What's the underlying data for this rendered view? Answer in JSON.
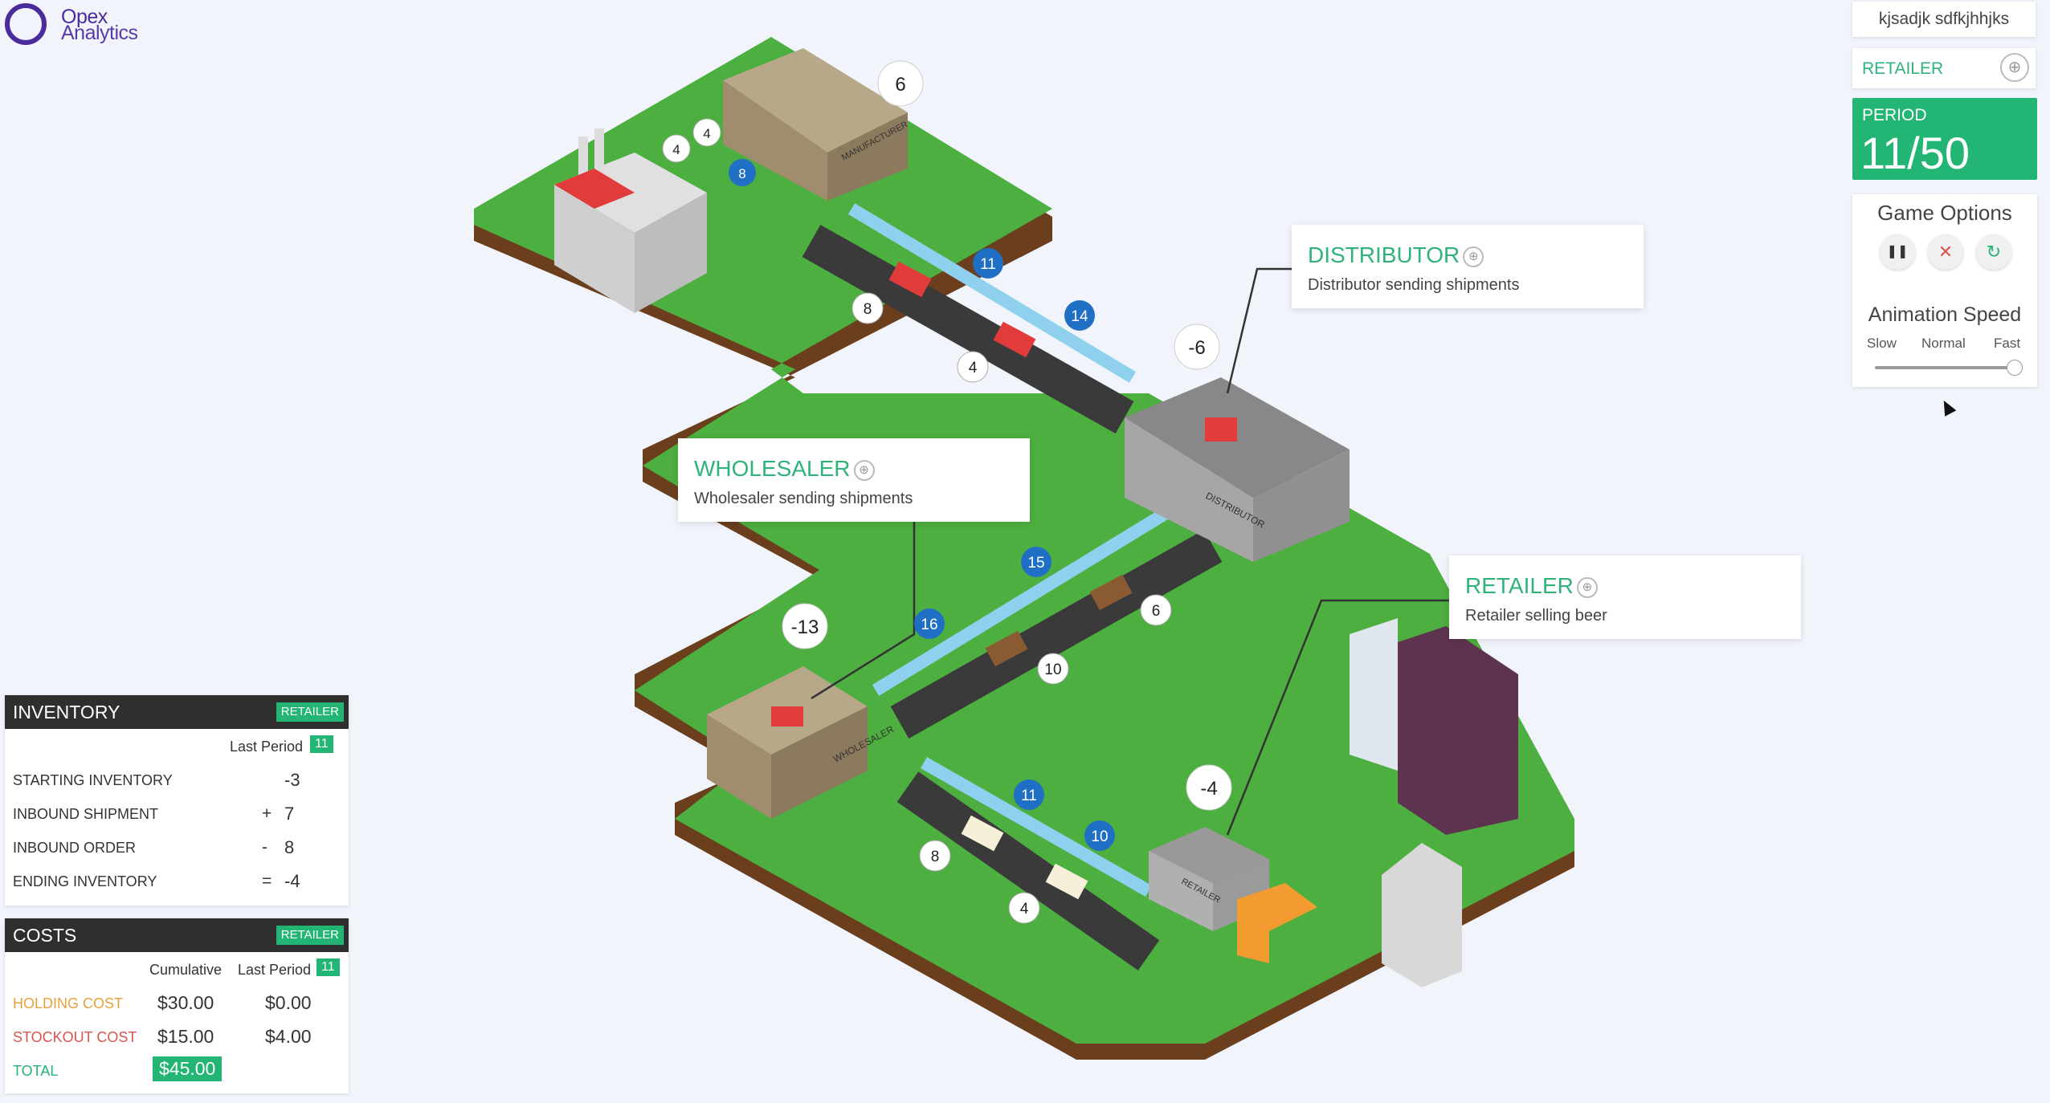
{
  "logo": {
    "line1": "Opex",
    "line2": "Analytics"
  },
  "player": {
    "name": "kjsadjk sdfkjhhjks"
  },
  "role": {
    "label": "RETAILER",
    "icon": "globe-icon"
  },
  "period": {
    "label": "PERIOD",
    "value": "11/50"
  },
  "game_options": {
    "title": "Game Options",
    "buttons": [
      {
        "name": "pause-icon",
        "glyph": "❚❚"
      },
      {
        "name": "close-icon",
        "glyph": "✕"
      },
      {
        "name": "restart-icon",
        "glyph": "↻"
      }
    ],
    "speed_title": "Animation Speed",
    "speed_labels": [
      "Slow",
      "Normal",
      "Fast"
    ],
    "speed_value": "Fast"
  },
  "callouts": {
    "distributor": {
      "title": "DISTRIBUTOR",
      "subtitle": "Distributor sending shipments"
    },
    "wholesaler": {
      "title": "WHOLESALER",
      "subtitle": "Wholesaler sending shipments"
    },
    "retailer": {
      "title": "RETAILER",
      "subtitle": "Retailer selling beer"
    }
  },
  "map": {
    "stock_bubbles": {
      "manufacturer": "6",
      "distributor": "-6",
      "wholesaler": "-13",
      "retailer": "-4"
    },
    "factory_small": [
      "4",
      "4"
    ],
    "factory_blue": "8",
    "white_bubbles": [
      "8",
      "4",
      "6",
      "10",
      "8",
      "4"
    ],
    "blue_bubbles": [
      "11",
      "14",
      "15",
      "16",
      "11",
      "10"
    ],
    "building_labels": [
      "MANUFACTURER",
      "DISTRIBUTOR",
      "WHOLESALER",
      "RETAILER"
    ]
  },
  "inventory": {
    "title": "INVENTORY",
    "badge": "RETAILER",
    "last_period_label": "Last Period",
    "last_period_value": "11",
    "rows": [
      {
        "label": "STARTING INVENTORY",
        "op": "",
        "value": "-3"
      },
      {
        "label": "INBOUND SHIPMENT",
        "op": "+",
        "value": "7"
      },
      {
        "label": "INBOUND ORDER",
        "op": "-",
        "value": "8"
      },
      {
        "label": "ENDING INVENTORY",
        "op": "=",
        "value": "-4"
      }
    ]
  },
  "costs": {
    "title": "COSTS",
    "badge": "RETAILER",
    "col_cumulative": "Cumulative",
    "col_last": "Last Period",
    "last_period_value": "11",
    "holding": {
      "label": "HOLDING COST",
      "cumulative": "$30.00",
      "last": "$0.00"
    },
    "stockout": {
      "label": "STOCKOUT COST",
      "cumulative": "$15.00",
      "last": "$4.00"
    },
    "total": {
      "label": "TOTAL",
      "cumulative": "$45.00"
    },
    "colors": {
      "holding": "#e8a13a",
      "stockout": "#d9534f",
      "total": "#22b573"
    }
  }
}
